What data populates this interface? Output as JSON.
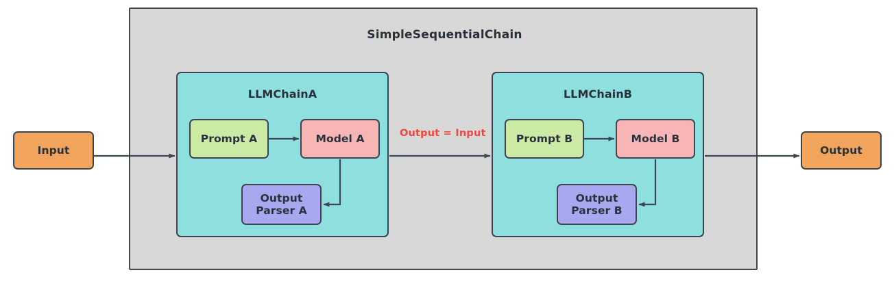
{
  "diagram": {
    "title": "SimpleSequentialChain",
    "outer_container_label": "SimpleSequentialChain",
    "input_node": {
      "label": "Input"
    },
    "output_node": {
      "label": "Output"
    },
    "edge_labels": {
      "between_chains": "Output = Input"
    },
    "subchains": [
      {
        "id": "llmchain-a",
        "title": "LLMChainA",
        "nodes": {
          "prompt": "Prompt A",
          "model": "Model A",
          "parser_line1": "Output",
          "parser_line2": "Parser A"
        }
      },
      {
        "id": "llmchain-b",
        "title": "LLMChainB",
        "nodes": {
          "prompt": "Prompt B",
          "model": "Model B",
          "parser_line1": "Output",
          "parser_line2": "Parser B"
        }
      }
    ],
    "colors": {
      "background": "#ffffff",
      "outer_container_fill": "#d8d8d8",
      "subchain_fill": "#8ee0df",
      "prompt_fill": "#cbeaa6",
      "model_fill": "#f7b5b5",
      "parser_fill": "#a8a8f0",
      "io_fill": "#f0a45c",
      "stroke": "#3d4550",
      "text": "#29313a",
      "edge_label_text": "#f2453d",
      "arrow": "#3d4550"
    }
  }
}
